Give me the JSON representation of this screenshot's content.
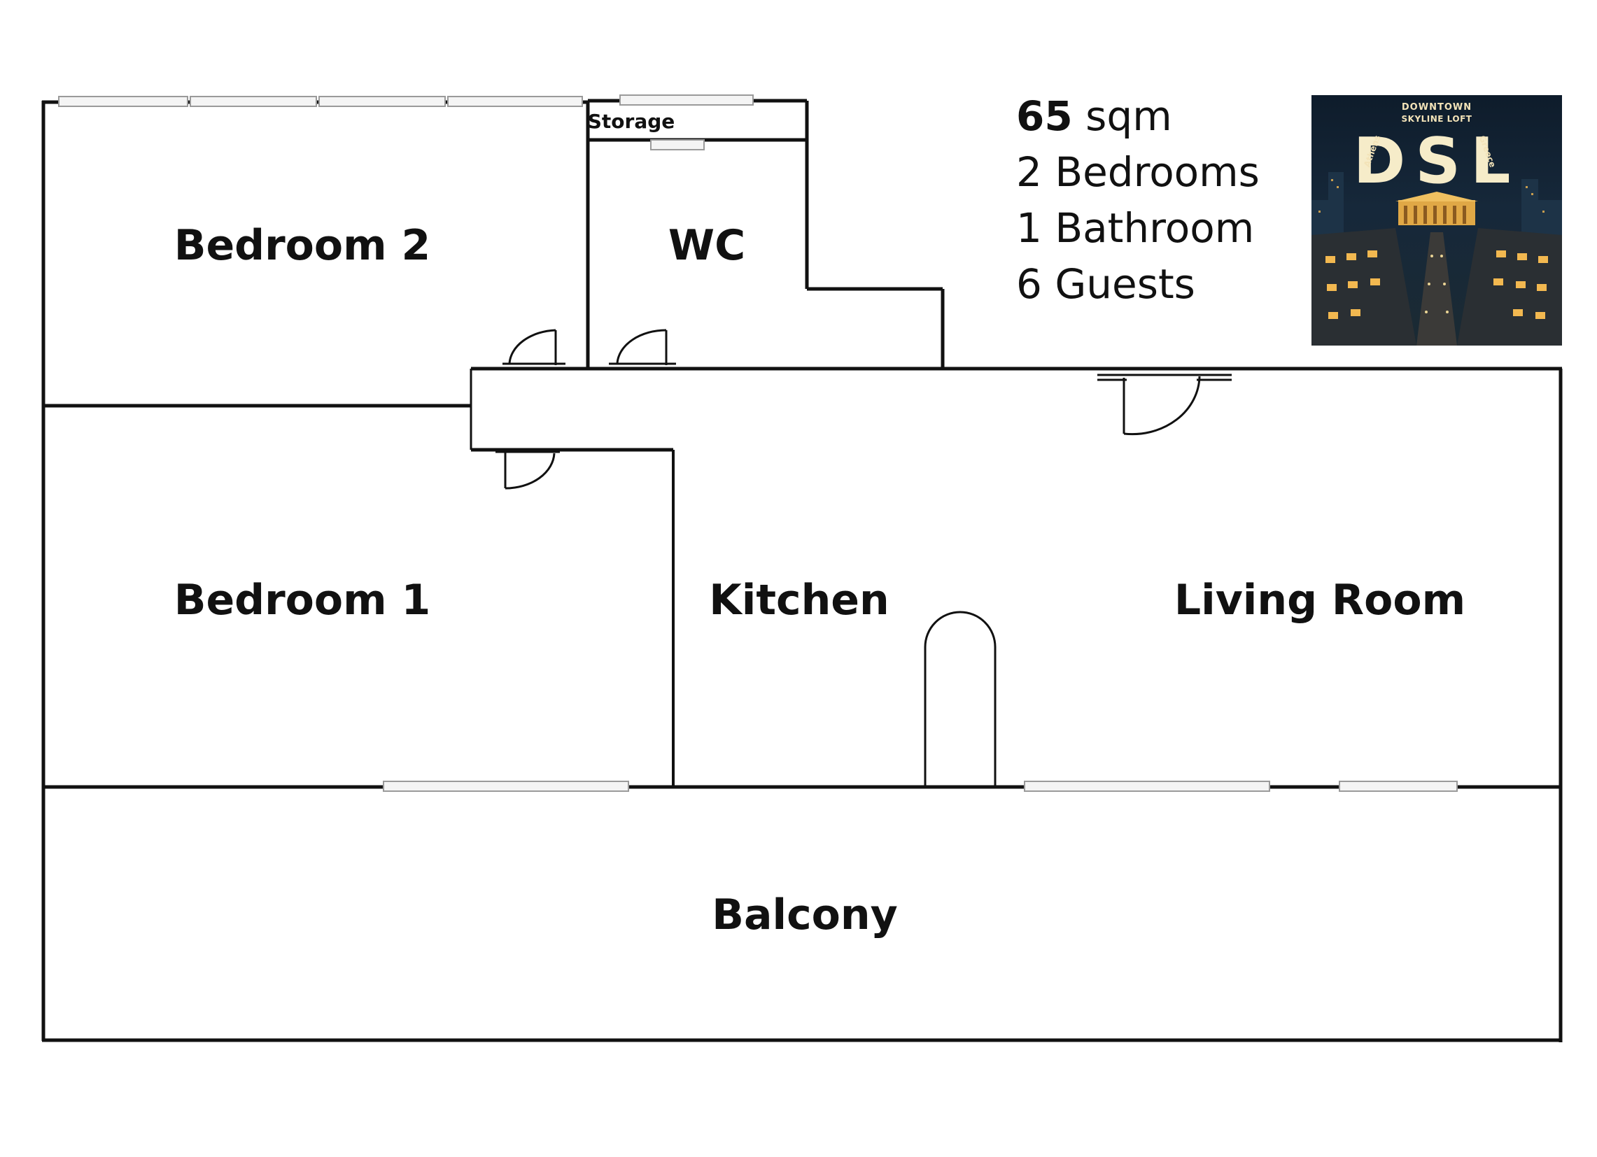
{
  "plan": {
    "rooms": [
      {
        "id": "bedroom-2",
        "label": "Bedroom 2"
      },
      {
        "id": "wc",
        "label": "WC"
      },
      {
        "id": "storage",
        "label": "Storage"
      },
      {
        "id": "bedroom-1",
        "label": "Bedroom 1"
      },
      {
        "id": "kitchen",
        "label": "Kitchen"
      },
      {
        "id": "living-room",
        "label": "Living Room"
      },
      {
        "id": "balcony",
        "label": "Balcony"
      }
    ]
  },
  "stats": {
    "area_value": "65",
    "area_unit": " sqm",
    "bedrooms": "2 Bedrooms",
    "bathrooms": "1 Bathroom",
    "guests": "6 Guests"
  },
  "logo": {
    "top_line": "DOWNTOWN",
    "sub_line": "SKYLINE LOFT",
    "initials": "DSL",
    "left_word": "Athens",
    "right_word": "Greece",
    "colors": {
      "sky": "#0e1c2b",
      "gold": "#f3e3b8",
      "lights": "#f2b850"
    }
  },
  "colors": {
    "wall": "#111111",
    "window": "#cfcfcf",
    "background": "#ffffff"
  }
}
